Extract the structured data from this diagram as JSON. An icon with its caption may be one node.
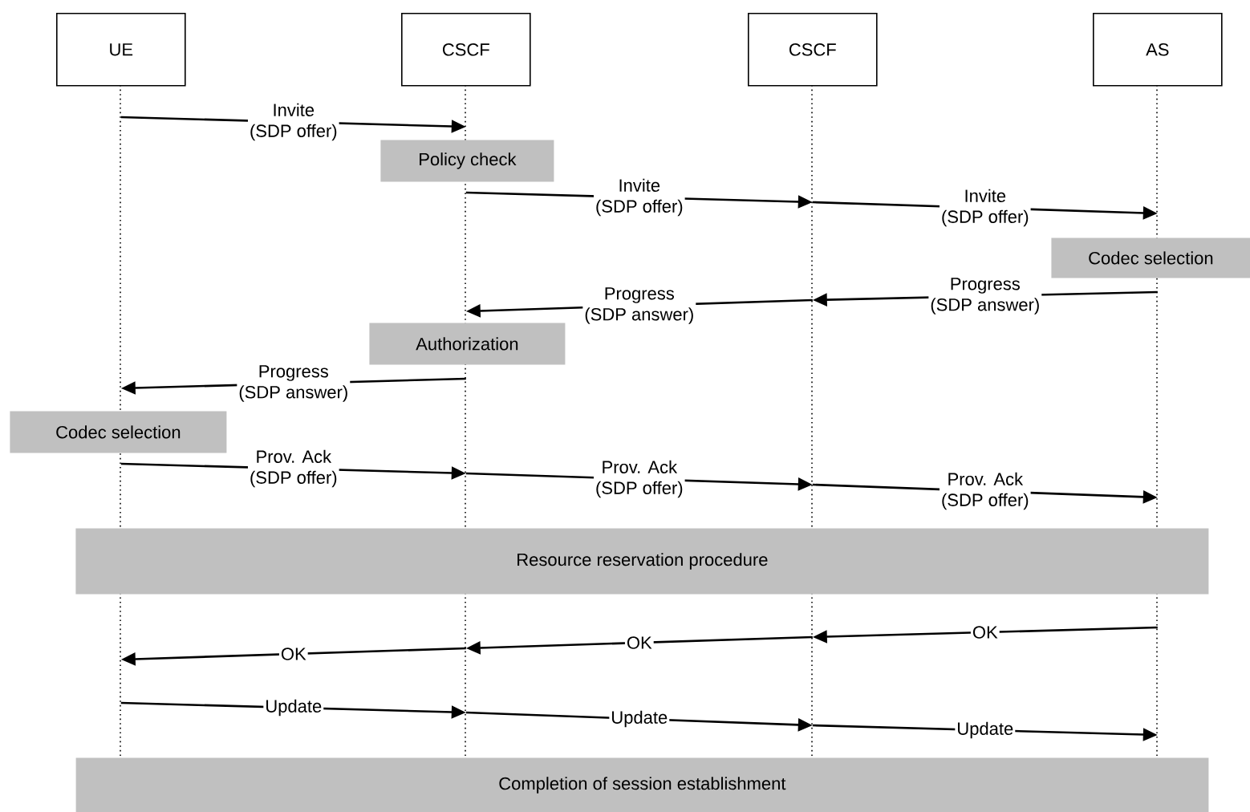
{
  "diagram": {
    "nodes": [
      {
        "text": [
          "UE"
        ]
      },
      {
        "text": [
          "CSCF"
        ]
      },
      {
        "text": [
          "CSCF"
        ]
      },
      {
        "text": [
          "AS"
        ]
      },
      {
        "text": [
          "Policy check"
        ]
      },
      {
        "text": [
          "Codec selection"
        ]
      },
      {
        "text": [
          "Authorization"
        ]
      },
      {
        "text": [
          "Codec selection"
        ]
      },
      {
        "text": [
          "Resource reservation procedure"
        ]
      },
      {
        "text": [
          "Completion of session establishment"
        ]
      }
    ],
    "edges": [
      {
        "from": 0,
        "to": 1,
        "arrow": "to",
        "label": "Invite (SDP offer)"
      },
      {
        "from": 1,
        "to": 2,
        "arrow": "to",
        "label": "Invite (SDP offer)"
      },
      {
        "from": 2,
        "to": 3,
        "arrow": "to",
        "label": "Invite (SDP offer)"
      },
      {
        "from": 3,
        "to": 2,
        "arrow": "to",
        "label": "Progress (SDP answer)"
      },
      {
        "from": 2,
        "to": 1,
        "arrow": "to",
        "label": "Progress (SDP answer)"
      },
      {
        "from": 1,
        "to": 0,
        "arrow": "to",
        "label": "Progress (SDP answer)"
      },
      {
        "from": 0,
        "to": 1,
        "arrow": "to",
        "label": "Prov. Ack (SDP offer)"
      },
      {
        "from": 1,
        "to": 2,
        "arrow": "to",
        "label": "Prov. Ack (SDP offer)"
      },
      {
        "from": 2,
        "to": 3,
        "arrow": "to",
        "label": "Prov. Ack (SDP offer)"
      },
      {
        "from": 3,
        "to": 2,
        "arrow": "to",
        "label": "OK"
      },
      {
        "from": 2,
        "to": 1,
        "arrow": "to",
        "label": "OK"
      },
      {
        "from": 1,
        "to": 0,
        "arrow": "to",
        "label": "OK"
      },
      {
        "from": 0,
        "to": 1,
        "arrow": "to",
        "label": "Update"
      },
      {
        "from": 1,
        "to": 2,
        "arrow": "to",
        "label": "Update"
      },
      {
        "from": 2,
        "to": 3,
        "arrow": "to",
        "label": "Update"
      }
    ]
  }
}
